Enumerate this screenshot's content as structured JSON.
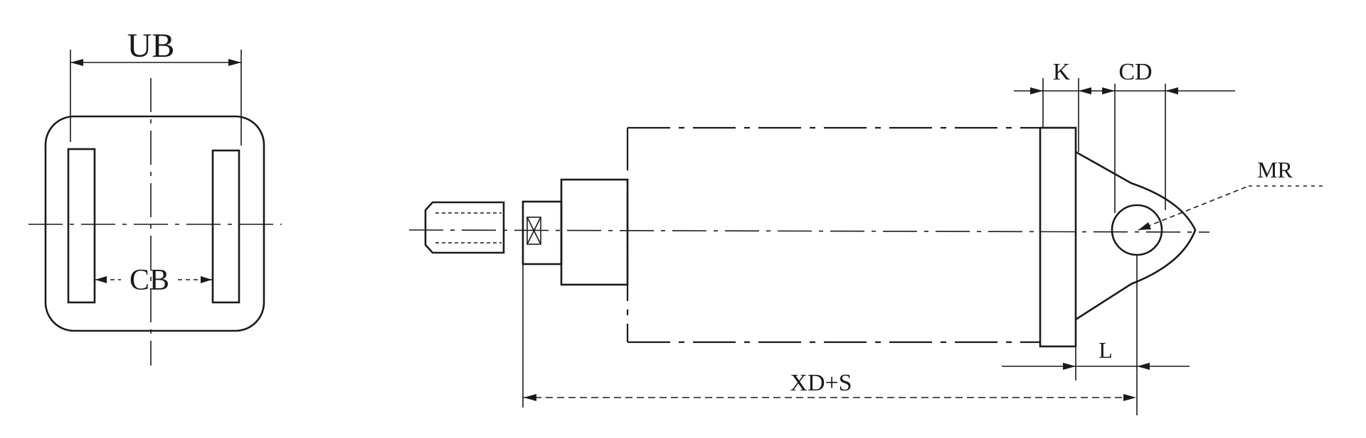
{
  "labels": {
    "ub": "UB",
    "cb": "CB",
    "k": "K",
    "cd": "CD",
    "mr": "MR",
    "l": "L",
    "xd_s": "XD+S"
  },
  "colors": {
    "ink": "#1a1a1a",
    "paper": "#ffffff"
  }
}
